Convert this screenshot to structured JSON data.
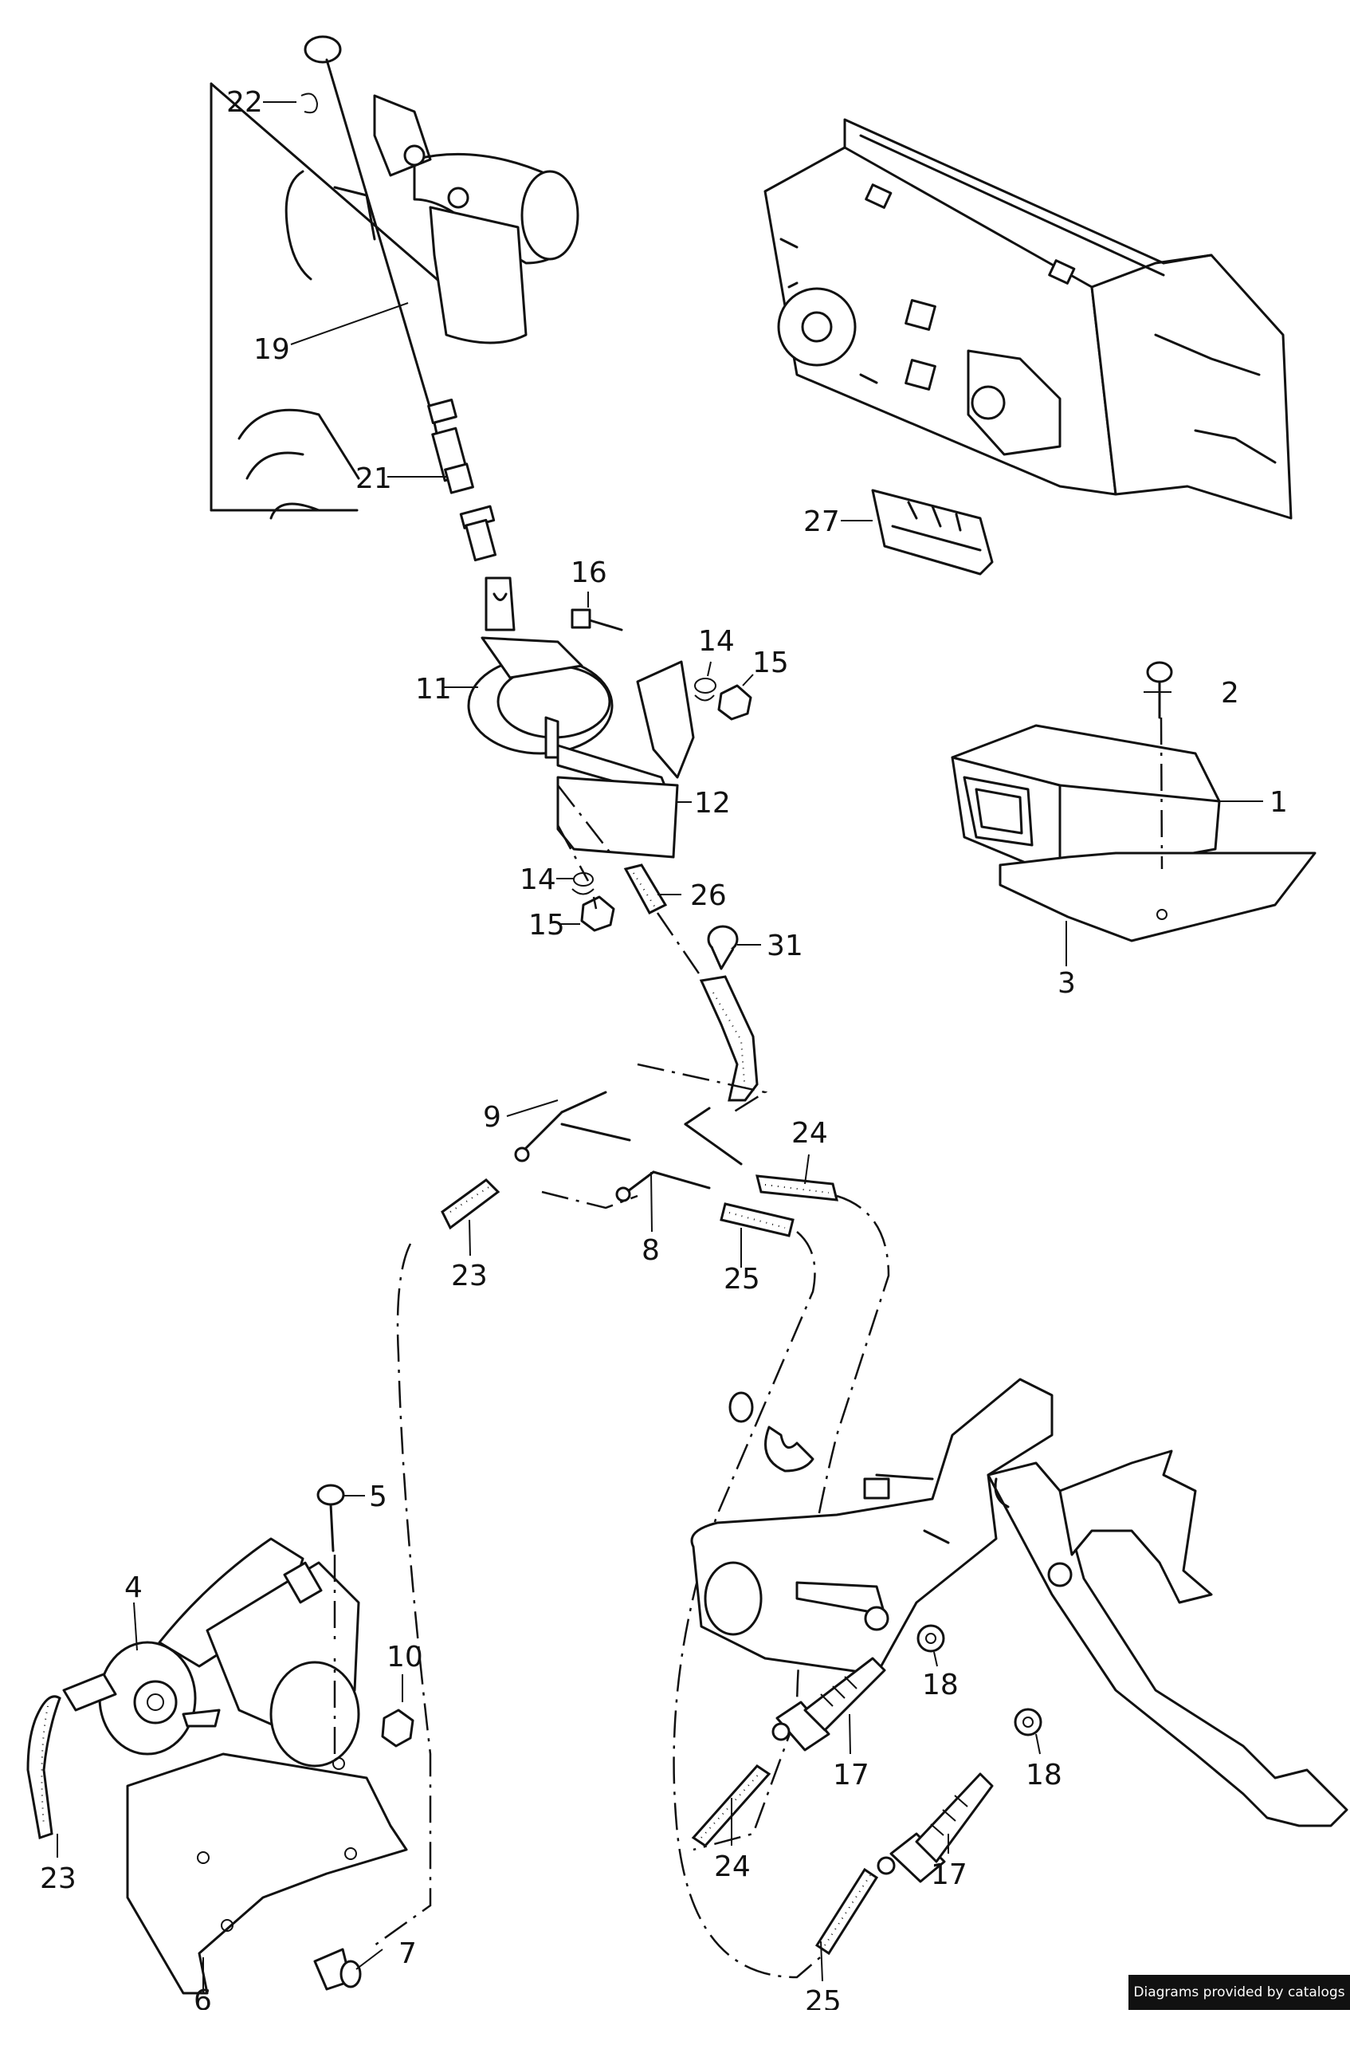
{
  "callouts": [
    {
      "id": "c22",
      "text": "22"
    },
    {
      "id": "c19",
      "text": "19"
    },
    {
      "id": "c21",
      "text": "21"
    },
    {
      "id": "c27",
      "text": "27"
    },
    {
      "id": "c16",
      "text": "16"
    },
    {
      "id": "c14a",
      "text": "14"
    },
    {
      "id": "c15a",
      "text": "15"
    },
    {
      "id": "c11",
      "text": "11"
    },
    {
      "id": "c2",
      "text": "2"
    },
    {
      "id": "c12",
      "text": "12"
    },
    {
      "id": "c1",
      "text": "1"
    },
    {
      "id": "c14b",
      "text": "14"
    },
    {
      "id": "c26",
      "text": "26"
    },
    {
      "id": "c15b",
      "text": "15"
    },
    {
      "id": "c31",
      "text": "31"
    },
    {
      "id": "c3",
      "text": "3"
    },
    {
      "id": "c9",
      "text": "9"
    },
    {
      "id": "c24a",
      "text": "24"
    },
    {
      "id": "c23a",
      "text": "23"
    },
    {
      "id": "c8",
      "text": "8"
    },
    {
      "id": "c25a",
      "text": "25"
    },
    {
      "id": "c5",
      "text": "5"
    },
    {
      "id": "c4",
      "text": "4"
    },
    {
      "id": "c10",
      "text": "10"
    },
    {
      "id": "c18a",
      "text": "18"
    },
    {
      "id": "c17a",
      "text": "17"
    },
    {
      "id": "c18b",
      "text": "18"
    },
    {
      "id": "c23b",
      "text": "23"
    },
    {
      "id": "c24b",
      "text": "24"
    },
    {
      "id": "c17b",
      "text": "17"
    },
    {
      "id": "c7",
      "text": "7"
    },
    {
      "id": "c25b",
      "text": "25"
    },
    {
      "id": "c6",
      "text": "6"
    }
  ],
  "credit": "Diagrams provided by catalogs parts"
}
